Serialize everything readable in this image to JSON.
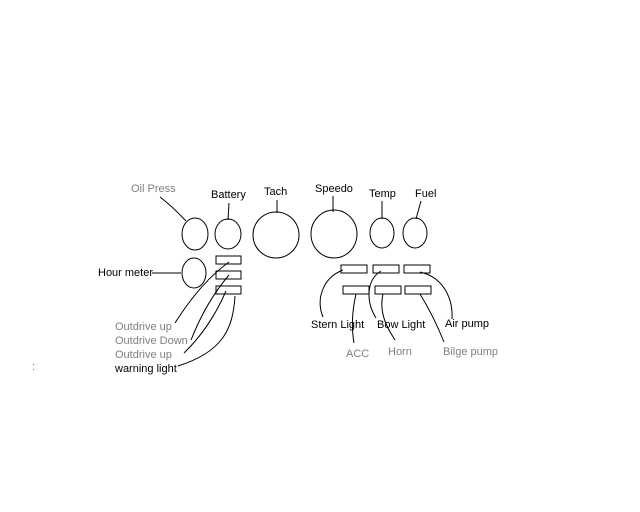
{
  "colors": {
    "background": "#ffffff",
    "line": "#000000",
    "label_dark": "#000000",
    "label_gray": "#7f7f7f"
  },
  "gauges": {
    "oil_press": "Oil Press",
    "battery": "Battery",
    "tach": "Tach",
    "speedo": "Speedo",
    "temp": "Temp",
    "fuel": "Fuel",
    "hour_meter": "Hour meter"
  },
  "left_switches": {
    "outdrive_up_1": "Outdrive up",
    "outdrive_down": "Outdrive Down",
    "outdrive_up_2": "Outdrive up",
    "warning_light": "warning light"
  },
  "right_switches": {
    "stern_light": "Stern Light",
    "bow_light": "Bow Light",
    "air_pump": "Air pump",
    "acc": "ACC",
    "horn": "Horn",
    "bilge_pump": "Bilge pump"
  },
  "stray_mark": ":"
}
